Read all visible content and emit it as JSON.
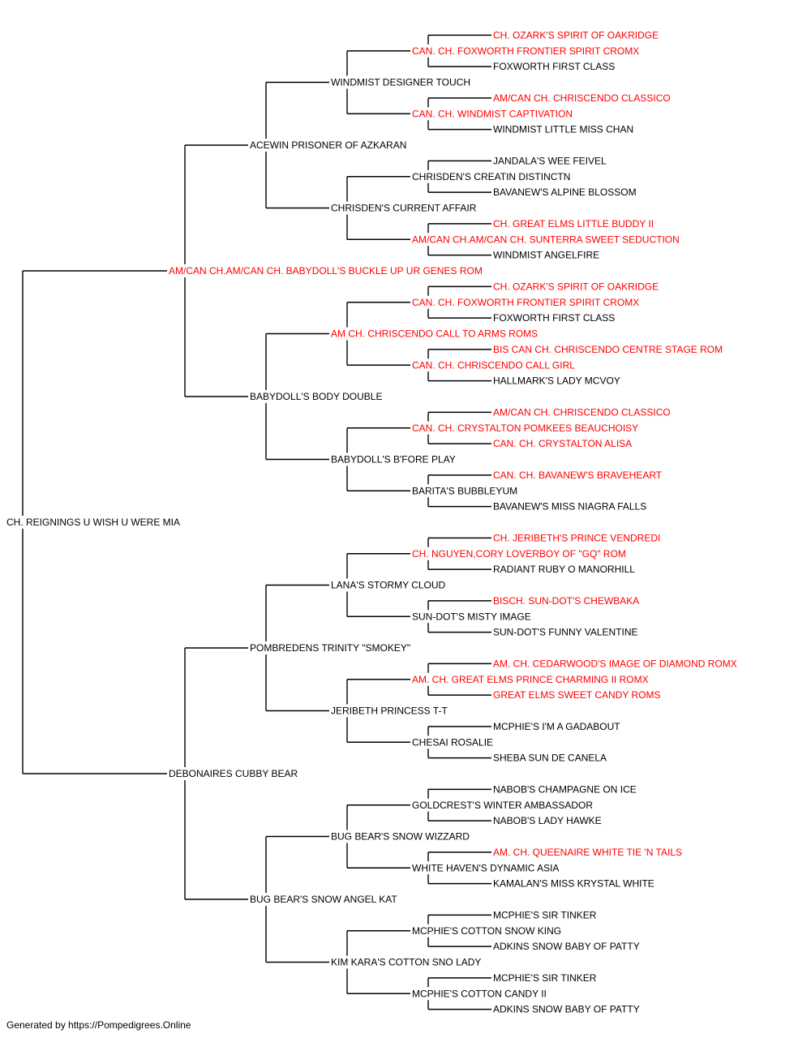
{
  "colors": {
    "champion": "#ff0000",
    "regular": "#000000",
    "line": "#000000"
  },
  "pedigree": {
    "name": "CH. REIGNINGS U WISH U WERE MIA",
    "ch": false,
    "sire": {
      "name": "AM/CAN CH.AM/CAN CH. BABYDOLL'S BUCKLE UP UR GENES ROM",
      "ch": true,
      "sire": {
        "name": "ACEWIN PRISONER OF AZKARAN",
        "ch": false,
        "sire": {
          "name": "WINDMIST DESIGNER TOUCH",
          "ch": false,
          "sire": {
            "name": "CAN. CH. FOXWORTH FRONTIER SPIRIT CROMX",
            "ch": true,
            "sire": {
              "name": "CH. OZARK'S SPIRIT OF OAKRIDGE",
              "ch": true
            },
            "dam": {
              "name": "FOXWORTH FIRST CLASS",
              "ch": false
            }
          },
          "dam": {
            "name": "CAN. CH. WINDMIST CAPTIVATION",
            "ch": true,
            "sire": {
              "name": "AM/CAN CH. CHRISCENDO CLASSICO",
              "ch": true
            },
            "dam": {
              "name": "WINDMIST LITTLE MISS CHAN",
              "ch": false
            }
          }
        },
        "dam": {
          "name": "CHRISDEN'S CURRENT AFFAIR",
          "ch": false,
          "sire": {
            "name": "CHRISDEN'S CREATIN DISTINCTN",
            "ch": false,
            "sire": {
              "name": "JANDALA'S WEE FEIVEL",
              "ch": false
            },
            "dam": {
              "name": "BAVANEW'S ALPINE BLOSSOM",
              "ch": false
            }
          },
          "dam": {
            "name": "AM/CAN CH.AM/CAN CH. SUNTERRA SWEET SEDUCTION",
            "ch": true,
            "sire": {
              "name": "CH. GREAT ELMS LITTLE BUDDY II",
              "ch": true
            },
            "dam": {
              "name": "WINDMIST ANGELFIRE",
              "ch": false
            }
          }
        }
      },
      "dam": {
        "name": "BABYDOLL'S BODY DOUBLE",
        "ch": false,
        "sire": {
          "name": "AM CH. CHRISCENDO CALL TO ARMS ROMS",
          "ch": true,
          "sire": {
            "name": "CAN. CH. FOXWORTH FRONTIER SPIRIT CROMX",
            "ch": true,
            "sire": {
              "name": "CH. OZARK'S SPIRIT OF OAKRIDGE",
              "ch": true
            },
            "dam": {
              "name": "FOXWORTH FIRST CLASS",
              "ch": false
            }
          },
          "dam": {
            "name": "CAN. CH. CHRISCENDO CALL GIRL",
            "ch": true,
            "sire": {
              "name": "BIS CAN CH. CHRISCENDO CENTRE STAGE ROM",
              "ch": true
            },
            "dam": {
              "name": "HALLMARK'S LADY MCVOY",
              "ch": false
            }
          }
        },
        "dam": {
          "name": "BABYDOLL'S B'FORE PLAY",
          "ch": false,
          "sire": {
            "name": "CAN. CH. CRYSTALTON POMKEES BEAUCHOISY",
            "ch": true,
            "sire": {
              "name": "AM/CAN CH. CHRISCENDO CLASSICO",
              "ch": true
            },
            "dam": {
              "name": "CAN. CH. CRYSTALTON ALISA",
              "ch": true
            }
          },
          "dam": {
            "name": "BARITA'S BUBBLEYUM",
            "ch": false,
            "sire": {
              "name": "CAN. CH. BAVANEW'S BRAVEHEART",
              "ch": true
            },
            "dam": {
              "name": "BAVANEW'S MISS NIAGRA FALLS",
              "ch": false
            }
          }
        }
      }
    },
    "dam": {
      "name": "DEBONAIRES CUBBY BEAR",
      "ch": false,
      "sire": {
        "name": "POMBREDENS TRINITY \"SMOKEY\"",
        "ch": false,
        "sire": {
          "name": "LANA'S STORMY CLOUD",
          "ch": false,
          "sire": {
            "name": "CH. NGUYEN,CORY LOVERBOY OF \"GQ\" ROM",
            "ch": true,
            "sire": {
              "name": "CH. JERIBETH'S PRINCE VENDREDI",
              "ch": true
            },
            "dam": {
              "name": "RADIANT RUBY O MANORHILL",
              "ch": false
            }
          },
          "dam": {
            "name": "SUN-DOT'S MISTY IMAGE",
            "ch": false,
            "sire": {
              "name": "BISCH. SUN-DOT'S CHEWBAKA",
              "ch": true
            },
            "dam": {
              "name": "SUN-DOT'S FUNNY VALENTINE",
              "ch": false
            }
          }
        },
        "dam": {
          "name": "JERIBETH PRINCESS T-T",
          "ch": false,
          "sire": {
            "name": "AM. CH. GREAT ELMS PRINCE CHARMING II ROMX",
            "ch": true,
            "sire": {
              "name": "AM. CH. CEDARWOOD'S IMAGE OF DIAMOND ROMX",
              "ch": true
            },
            "dam": {
              "name": "GREAT ELMS SWEET CANDY ROMS",
              "ch": true
            }
          },
          "dam": {
            "name": "CHESAI ROSALIE",
            "ch": false,
            "sire": {
              "name": "MCPHIE'S I'M A GADABOUT",
              "ch": false
            },
            "dam": {
              "name": "SHEBA SUN DE CANELA",
              "ch": false
            }
          }
        }
      },
      "dam": {
        "name": "BUG BEAR'S SNOW ANGEL KAT",
        "ch": false,
        "sire": {
          "name": "BUG BEAR'S SNOW WIZZARD",
          "ch": false,
          "sire": {
            "name": "GOLDCREST'S WINTER AMBASSADOR",
            "ch": false,
            "sire": {
              "name": "NABOB'S CHAMPAGNE ON ICE",
              "ch": false
            },
            "dam": {
              "name": "NABOB'S LADY HAWKE",
              "ch": false
            }
          },
          "dam": {
            "name": "WHITE HAVEN'S DYNAMIC ASIA",
            "ch": false,
            "sire": {
              "name": "AM. CH. QUEENAIRE WHITE TIE 'N TAILS",
              "ch": true
            },
            "dam": {
              "name": "KAMALAN'S MISS KRYSTAL WHITE",
              "ch": false
            }
          }
        },
        "dam": {
          "name": "KIM KARA'S COTTON SNO LADY",
          "ch": false,
          "sire": {
            "name": "MCPHIE'S COTTON SNOW KING",
            "ch": false,
            "sire": {
              "name": "MCPHIE'S SIR TINKER",
              "ch": false
            },
            "dam": {
              "name": "ADKINS SNOW BABY OF PATTY",
              "ch": false
            }
          },
          "dam": {
            "name": "MCPHIE'S COTTON CANDY II",
            "ch": false,
            "sire": {
              "name": "MCPHIE'S SIR TINKER",
              "ch": false
            },
            "dam": {
              "name": "ADKINS SNOW BABY OF PATTY",
              "ch": false
            }
          }
        }
      }
    }
  },
  "footer": "Generated by https://Pompedigrees.Online"
}
